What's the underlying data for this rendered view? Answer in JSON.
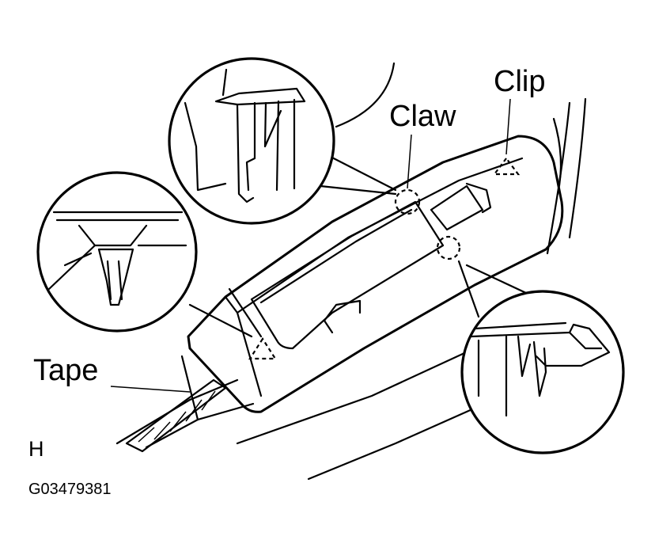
{
  "labels": {
    "clip": "Clip",
    "claw": "Claw",
    "tape": "Tape",
    "view_letter": "H",
    "figure_code": "G03479381"
  },
  "colors": {
    "ink": "#000000",
    "paper": "#ffffff"
  }
}
